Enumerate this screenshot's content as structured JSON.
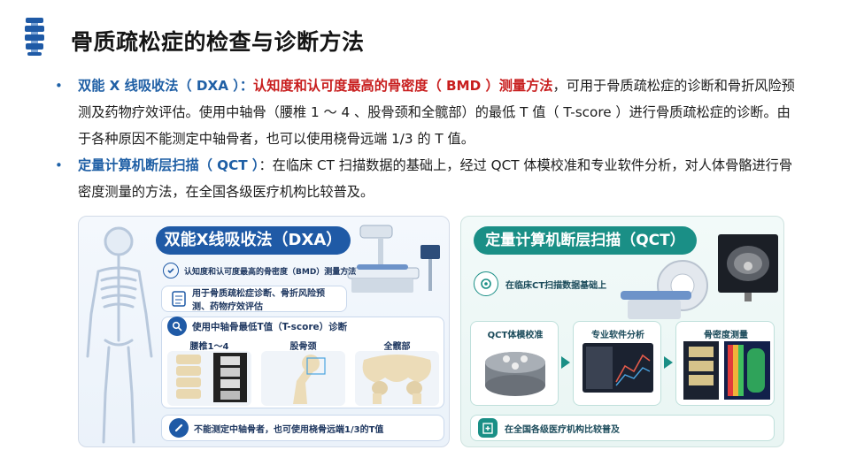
{
  "header": {
    "title": "骨质疏松症的检查与诊断方法"
  },
  "bullets": [
    {
      "term": "双能 X 线吸收法（ DXA ）：",
      "emphasis": "认知度和认可度最高的骨密度（ BMD ）测量方法",
      "text": "，可用于骨质疏松症的诊断和骨折风险预测及药物疗效评估。使用中轴骨（腰椎 1 ～ 4 、股骨颈和全髋部）的最低 T 值（ T-score ）进行骨质疏松症的诊断。由于各种原因不能测定中轴骨者，也可以使用桡骨远端 1/3 的 T 值。"
    },
    {
      "term": "定量计算机断层扫描（ QCT ）",
      "text": "：在临床 CT 扫描数据的基础上，经过 QCT 体模校准和专业软件分析，对人体骨骼进行骨密度测量的方法，在全国各级医疗机构比较普及。"
    }
  ],
  "dxa_panel": {
    "title": "双能X线吸收法（DXA）",
    "item1": "认知度和认可度最高的骨密度（BMD）测量方法",
    "item2": "用于骨质疏松症诊断、骨折风险预测、药物疗效评估",
    "item3": "使用中轴骨最低T值（T-score）诊断",
    "thumbs": [
      "腰椎1～4",
      "股骨颈",
      "全髋部"
    ],
    "item4": "不能测定中轴骨者，也可使用桡骨远端1/3的T值"
  },
  "qct_panel": {
    "title": "定量计算机断层扫描（QCT）",
    "item1": "在临床CT扫描数据基础上",
    "steps": [
      "QCT体模校准",
      "专业软件分析",
      "骨密度测量"
    ],
    "item2": "在全国各级医疗机构比较普及"
  },
  "colors": {
    "dxa_blue": "#1f5aa6",
    "qct_teal": "#1a8f86",
    "emphasis_red": "#c81e1e",
    "term_blue": "#1f5fa5"
  },
  "icons": [
    "spine-logo-icon",
    "shield-check-icon",
    "checklist-icon",
    "search-icon",
    "bone-icon",
    "scan-target-icon",
    "hospital-icon"
  ]
}
